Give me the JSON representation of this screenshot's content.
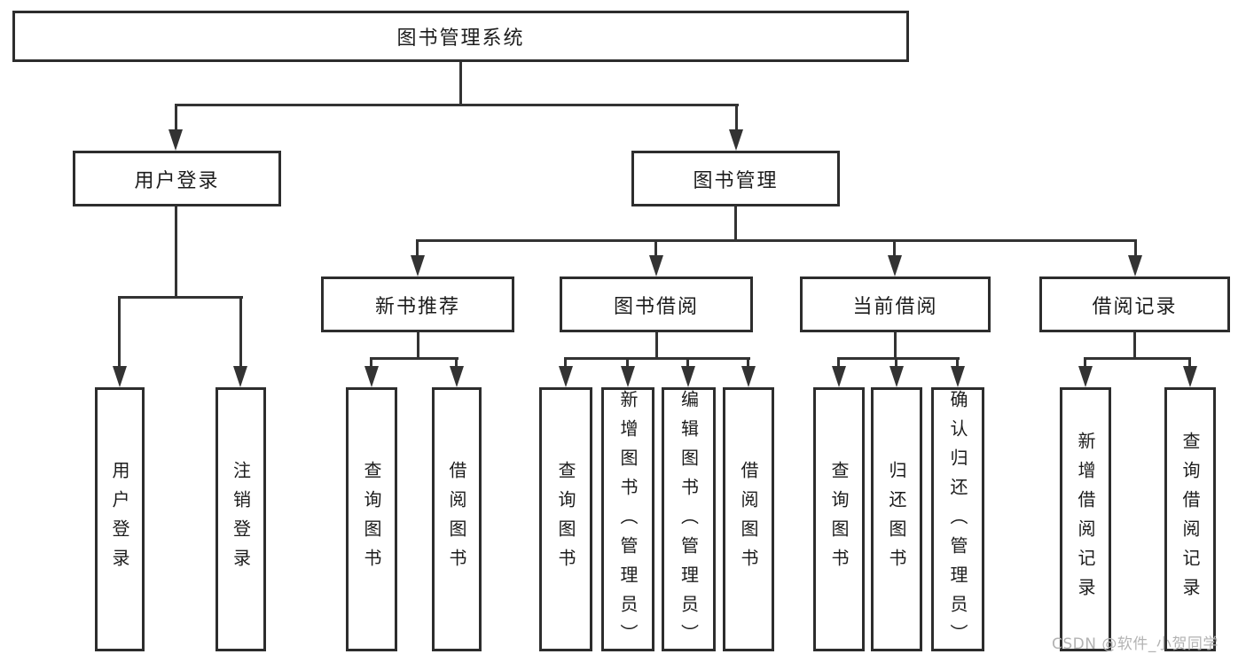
{
  "tree": {
    "root": {
      "label": "图书管理系统"
    },
    "branches": [
      {
        "label": "用户登录",
        "children": [
          {
            "label": "用户登录"
          },
          {
            "label": "注销登录"
          }
        ]
      },
      {
        "label": "图书管理",
        "groups": [
          {
            "label": "新书推荐",
            "children": [
              {
                "label": "查询图书"
              },
              {
                "label": "借阅图书"
              }
            ]
          },
          {
            "label": "图书借阅",
            "children": [
              {
                "label": "查询图书"
              },
              {
                "label": "新增图书（管理员）"
              },
              {
                "label": "编辑图书（管理员）"
              },
              {
                "label": "借阅图书"
              }
            ]
          },
          {
            "label": "当前借阅",
            "children": [
              {
                "label": "查询图书"
              },
              {
                "label": "归还图书"
              },
              {
                "label": "确认归还（管理员）"
              }
            ]
          },
          {
            "label": "借阅记录",
            "children": [
              {
                "label": "新增借阅记录"
              },
              {
                "label": "查询借阅记录"
              }
            ]
          }
        ]
      }
    ]
  },
  "watermark": {
    "text": "CSDN @软件_小贺同学"
  },
  "colors": {
    "line": "#333333",
    "box_border": "#2d2d2d",
    "text": "#1c1c1c",
    "watermark": "#b3b3b3",
    "background": "#ffffff"
  }
}
